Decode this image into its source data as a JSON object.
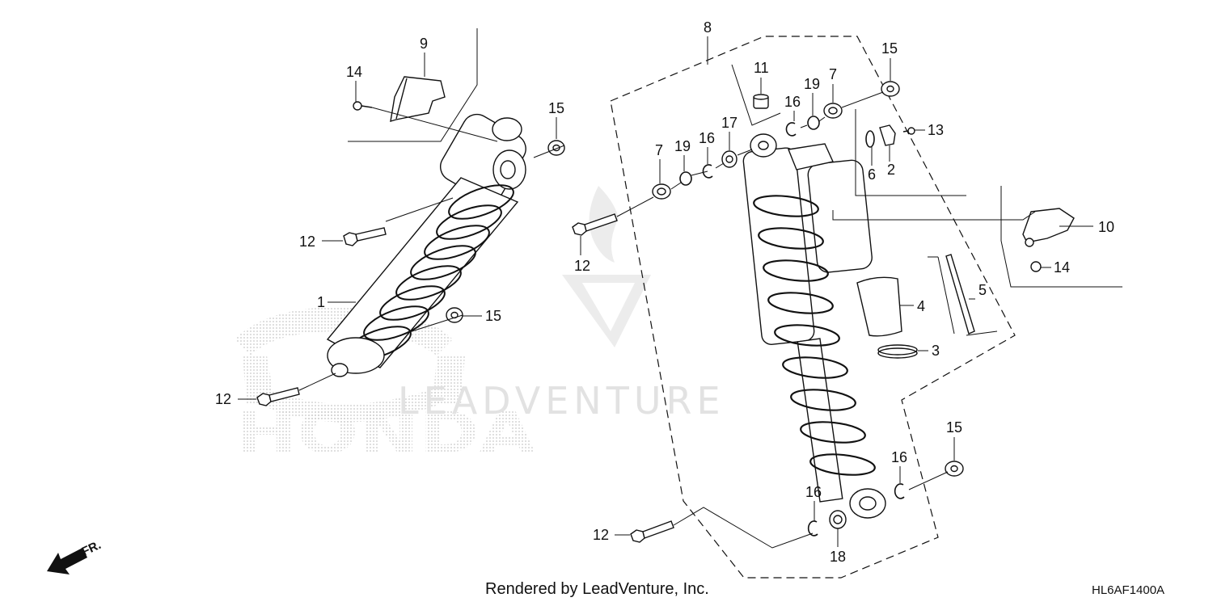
{
  "diagram": {
    "footer_text": "Rendered by LeadVenture, Inc.",
    "diagram_code": "HL6AF1400A",
    "watermark_text": "LEADVENTURE",
    "brand_text": "HONDA",
    "direction_label": "FR.",
    "callouts": [
      "1",
      "2",
      "3",
      "4",
      "5",
      "6",
      "7",
      "8",
      "9",
      "10",
      "11",
      "12",
      "13",
      "14",
      "15",
      "16",
      "17",
      "18",
      "19"
    ],
    "colors": {
      "line": "#111111",
      "watermark": "#e2e2e2"
    }
  }
}
